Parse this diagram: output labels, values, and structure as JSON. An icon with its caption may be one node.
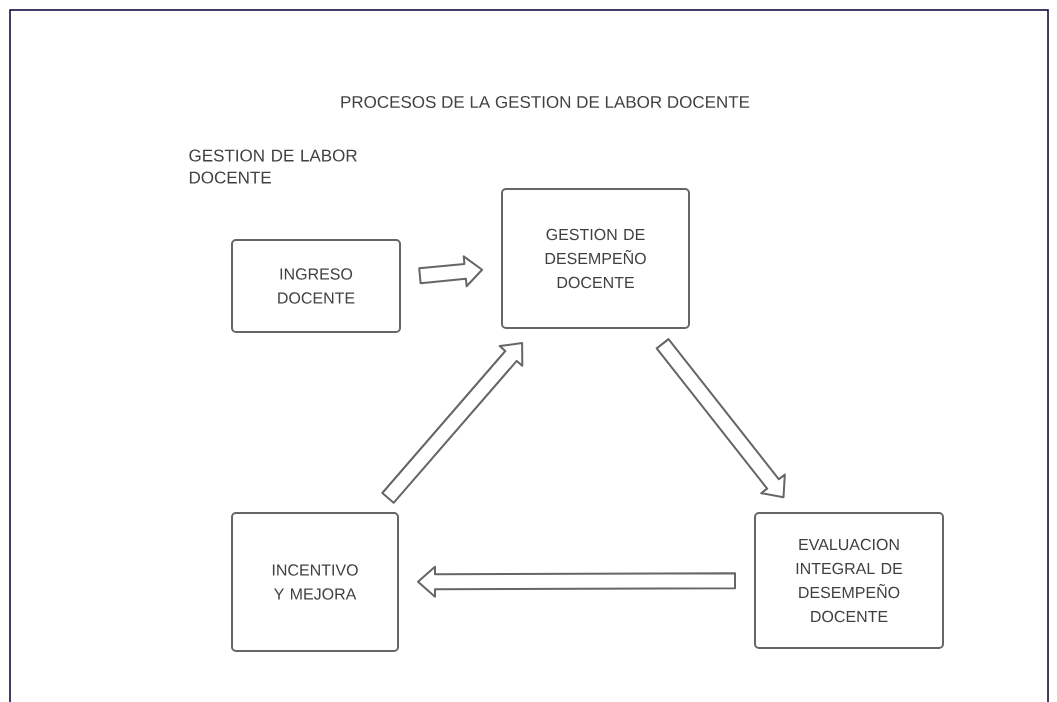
{
  "diagram": {
    "title": "PROCESOS DE LA GESTION DE LABOR DOCENTE",
    "nodes": [
      {
        "text": [
          "INGRESO DOCENTE"
        ]
      },
      {
        "text": [
          "GESTION DE DESEMPEÑO DOCENTE"
        ]
      },
      {
        "text": [
          "EVALUACION INTEGRAL DE DESEMPEÑO DOCENTE"
        ]
      },
      {
        "text": [
          "INCENTIVO Y MEJORA"
        ]
      }
    ],
    "edges": [
      {
        "from": 0,
        "to": 1,
        "arrow": "to"
      },
      {
        "from": 1,
        "to": 2,
        "arrow": "to"
      },
      {
        "from": 2,
        "to": 3,
        "arrow": "to"
      },
      {
        "from": 3,
        "to": 1,
        "arrow": "to"
      }
    ],
    "labels": [
      "GESTION DE LABOR DOCENTE"
    ]
  }
}
